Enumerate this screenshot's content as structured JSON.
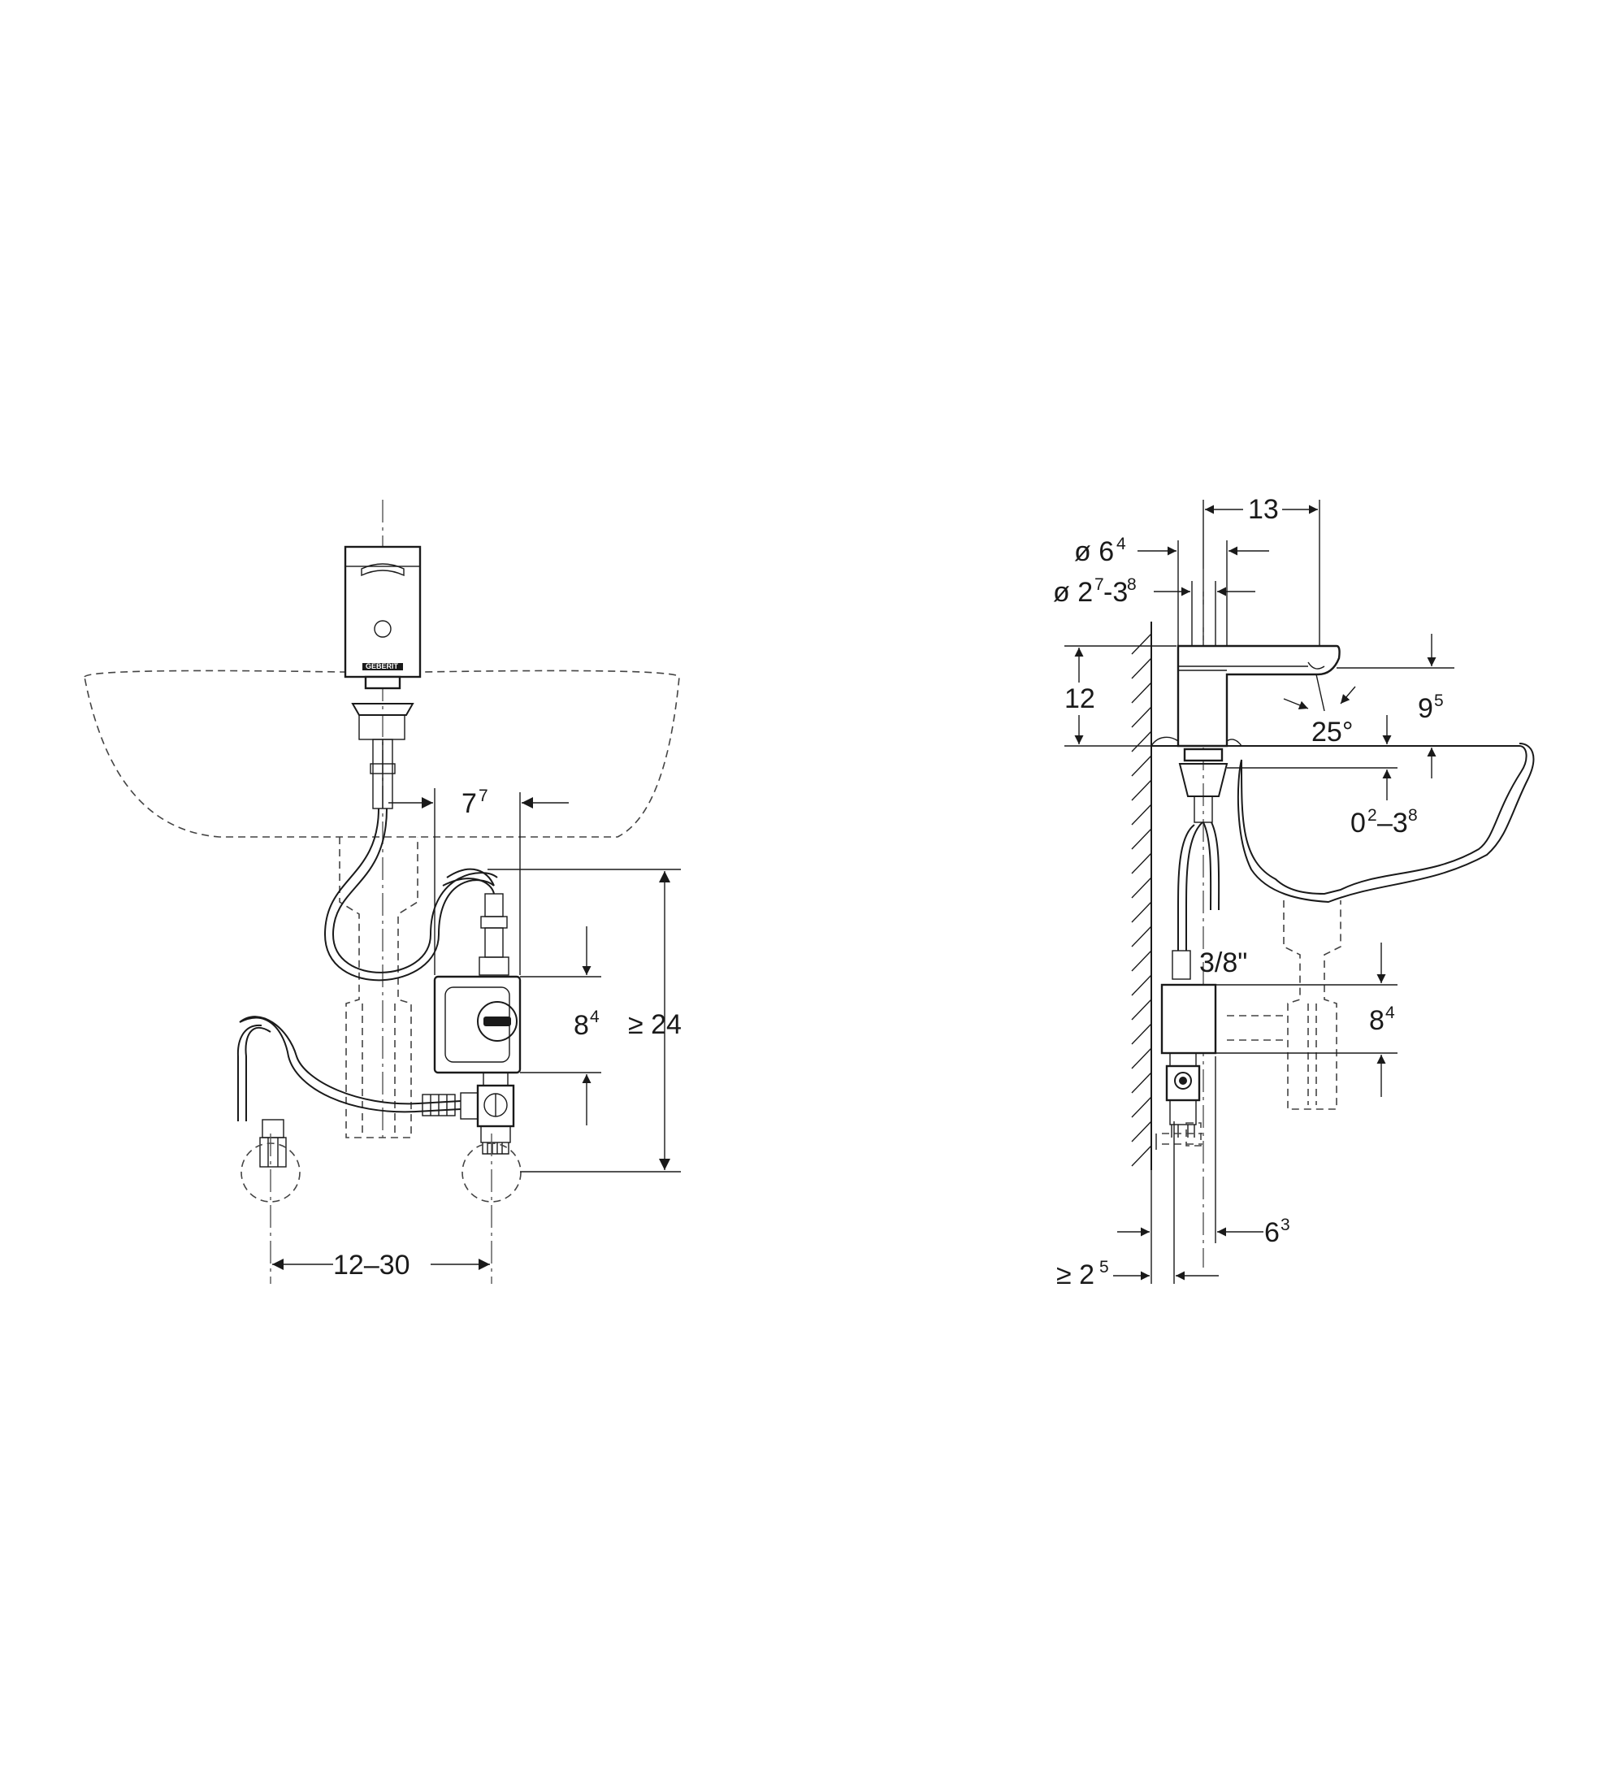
{
  "front_view": {
    "dim_spout_offset": {
      "base": "7",
      "sup": "7"
    },
    "dim_box_height": {
      "base": "8",
      "sup": "4"
    },
    "dim_total_height": "≥ 24",
    "dim_supply_spacing": "12–30",
    "brand_text": "GEBERIT"
  },
  "side_view": {
    "dim_spout_length": "13",
    "dim_hole_dia": {
      "prefix": "ø 6",
      "sup": "4"
    },
    "dim_deck_range": {
      "p1": "ø 2",
      "s1": "7",
      "p2": "-3",
      "s2": "8"
    },
    "dim_body_height": "12",
    "dim_spout_height": {
      "base": "9",
      "sup": "5"
    },
    "dim_angle": "25°",
    "dim_deck_thickness": {
      "p1": "0",
      "s1": "2",
      "p2": "–3",
      "s2": "8"
    },
    "dim_thread": "3/8\"",
    "dim_box_height": {
      "base": "8",
      "sup": "4"
    },
    "dim_box_depth": {
      "base": "6",
      "sup": "3"
    },
    "dim_wall_gap": {
      "base": "≥ 2",
      "sup": "5"
    }
  },
  "colors": {
    "line": "#1a1a1a",
    "background": "#ffffff"
  }
}
